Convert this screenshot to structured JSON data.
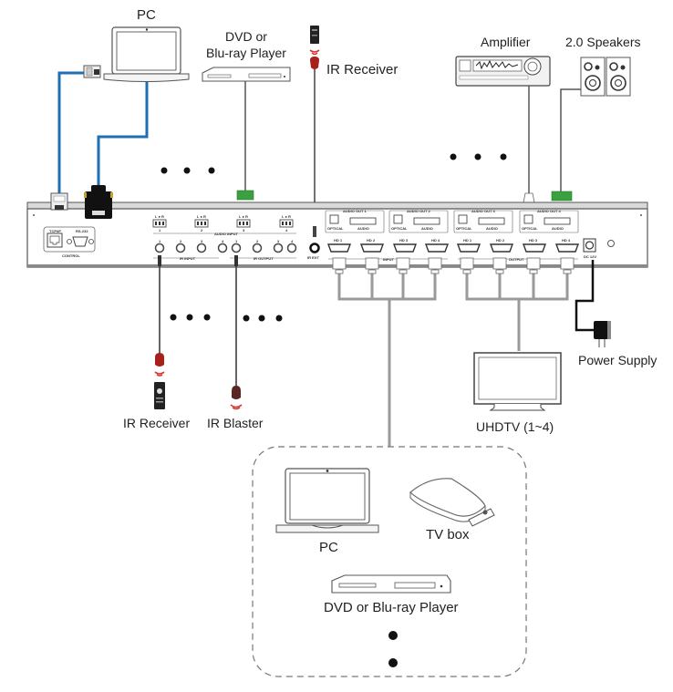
{
  "devices": {
    "pc_top": "PC",
    "dvd_top_line1": "DVD or",
    "dvd_top_line2": "Blu-ray Player",
    "ir_receiver_top": "IR Receiver",
    "amplifier": "Amplifier",
    "speakers": "2.0 Speakers",
    "ir_receiver_bottom": "IR Receiver",
    "ir_blaster": "IR Blaster",
    "uhdtv": "UHDTV (1~4)",
    "power_supply": "Power Supply",
    "pc_source": "PC",
    "tv_box": "TV box",
    "dvd_source": "DVD or Blu-ray Player"
  },
  "panel": {
    "tcpip": "TCP/IP",
    "rs232": "RS-232",
    "control": "CONTROL",
    "audio_input": "AUDIO INPUT",
    "ir_input": "IR INPUT",
    "ir_output": "IR OUTPUT",
    "ir_ext": "IR EXT",
    "input": "INPUT",
    "output": "OUTPUT",
    "dc": "DC 12V",
    "lr": "L ● R",
    "port_numbers": [
      "1",
      "2",
      "3",
      "4"
    ],
    "audio_outs": [
      "AUDIO OUT 1",
      "AUDIO OUT 2",
      "AUDIO OUT 3",
      "AUDIO OUT 4"
    ],
    "optical": "OPTICAL",
    "audio": "AUDIO",
    "hdmi_in": [
      "HD 1",
      "HD 2",
      "HD 3",
      "HD 4"
    ],
    "hdmi_out": [
      "HD 1",
      "HD 2",
      "HD 3",
      "HD 4"
    ]
  },
  "colors": {
    "network_cable": "#1f6fb5",
    "terminal_green": "#3aa040",
    "ir_red": "#a8201a",
    "cable_gray": "#9a9a9a"
  }
}
